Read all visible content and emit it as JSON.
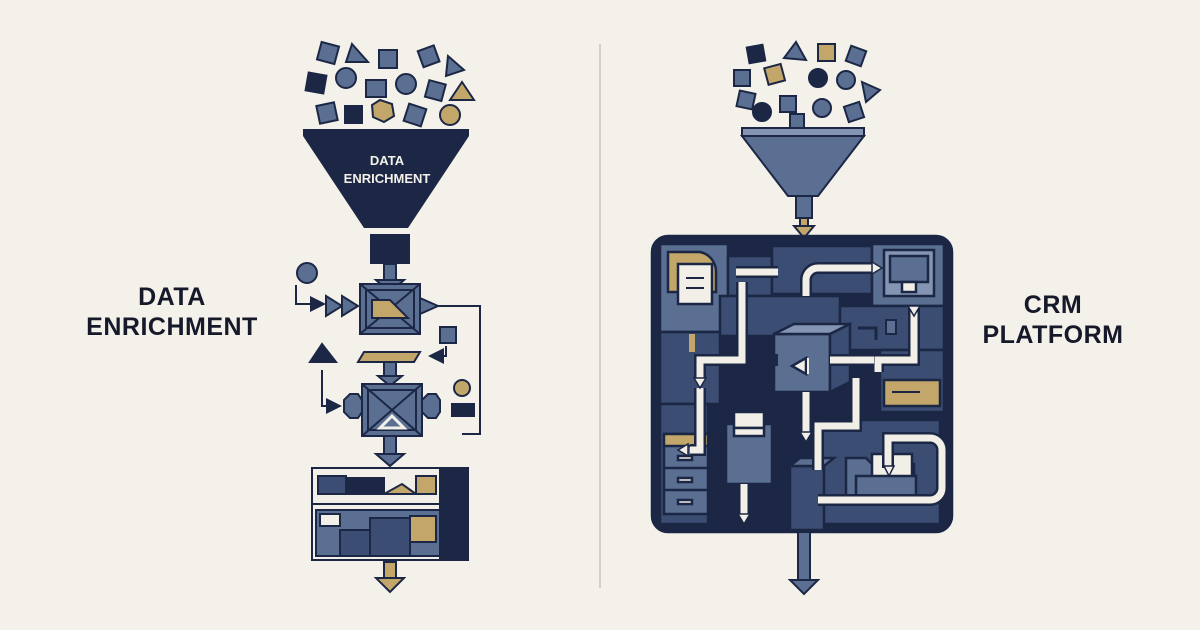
{
  "left_label": {
    "line1": "DATA",
    "line2": "ENRICHMENT"
  },
  "funnel_label": {
    "line1": "DATA",
    "line2": "ENRICHMENT"
  },
  "right_label": {
    "line1": "CRM",
    "line2": "PLATFORM"
  },
  "colors": {
    "background": "#f3f1ea",
    "navy": "#1b2745",
    "slate": "#5b6f92",
    "mid_blue": "#3b4d72",
    "gold": "#c3a66a",
    "cream": "#f1efe7"
  }
}
